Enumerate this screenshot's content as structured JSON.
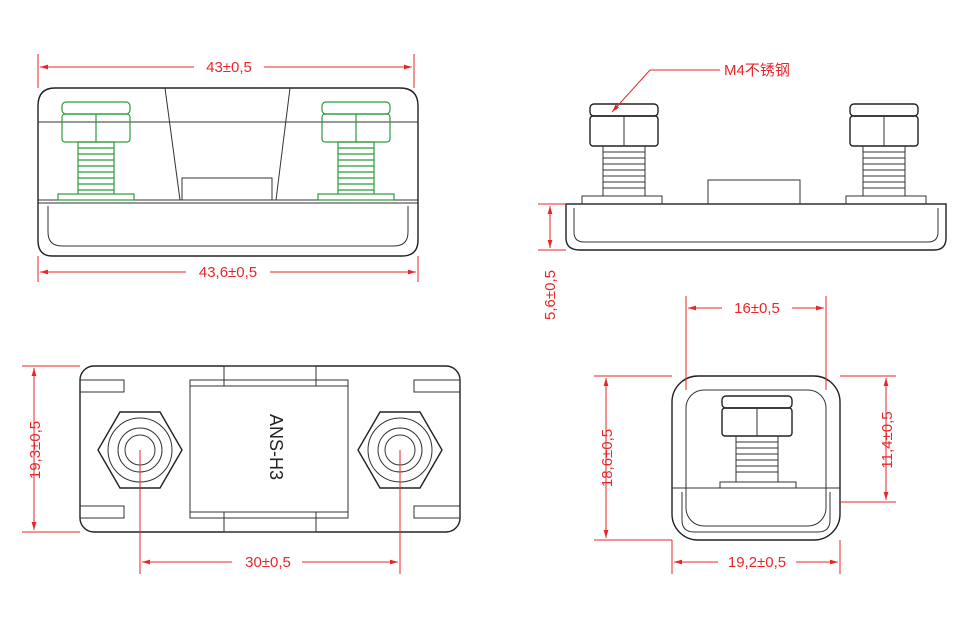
{
  "front_view": {
    "top_width": "43±0,5",
    "bottom_width": "43,6±0,5"
  },
  "side_view": {
    "bolt_label": "M4不锈钢",
    "base_height": "5,6±0,5"
  },
  "top_view": {
    "height": "19,3±0,5",
    "bolt_spacing": "30±0,5",
    "fuse_marking": "ANS-H3"
  },
  "end_view": {
    "inner_width": "16±0,5",
    "height": "18,6±0,5",
    "inner_height": "11,4±0,5",
    "outer_width": "19,2±0,5"
  }
}
